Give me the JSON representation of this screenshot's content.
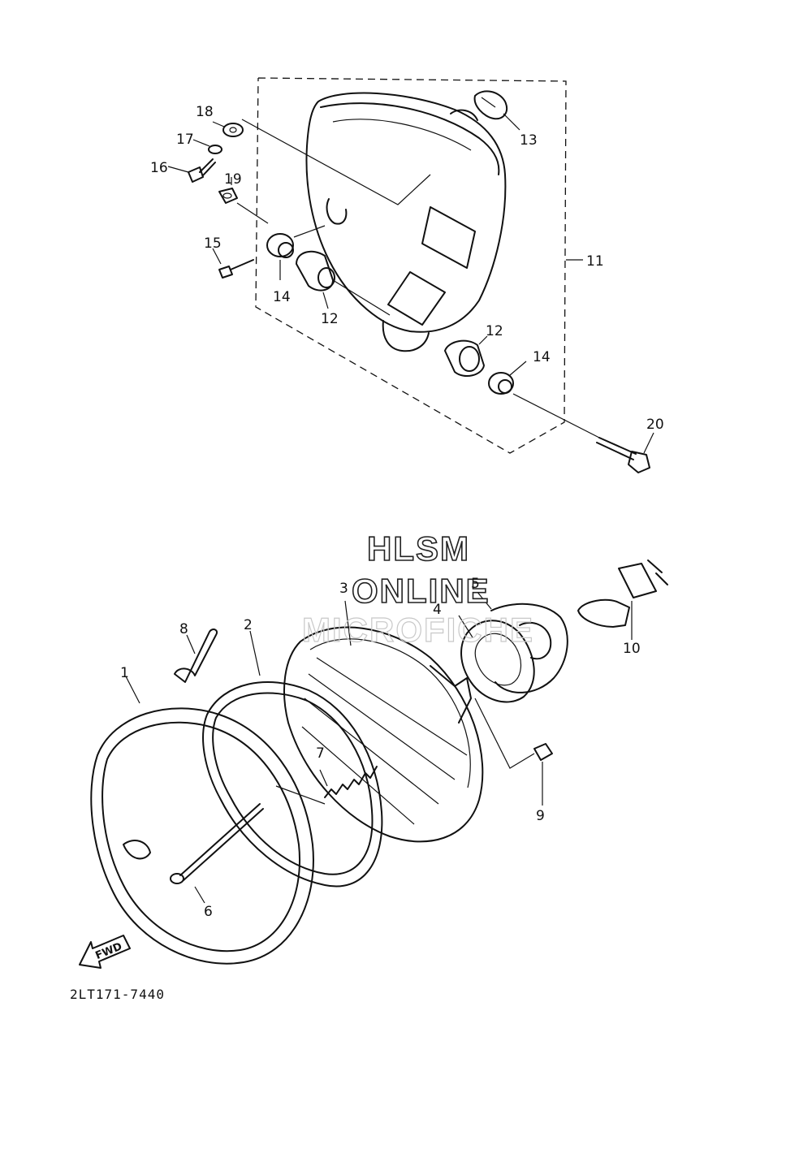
{
  "watermark": {
    "line1": "HLSM",
    "line2": "ONLINE",
    "line3": "MICROFICHE"
  },
  "diagram_code": "2LT171-7440",
  "fwd_label": "FWD",
  "callouts": {
    "p1": "1",
    "p2": "2",
    "p3": "3",
    "p4": "4",
    "p5": "5",
    "p6": "6",
    "p7": "7",
    "p8": "8",
    "p9": "9",
    "p10": "10",
    "p11": "11",
    "p12a": "12",
    "p12b": "12",
    "p13": "13",
    "p14a": "14",
    "p14b": "14",
    "p15": "15",
    "p16": "16",
    "p17": "17",
    "p18": "18",
    "p19": "19",
    "p20": "20"
  }
}
